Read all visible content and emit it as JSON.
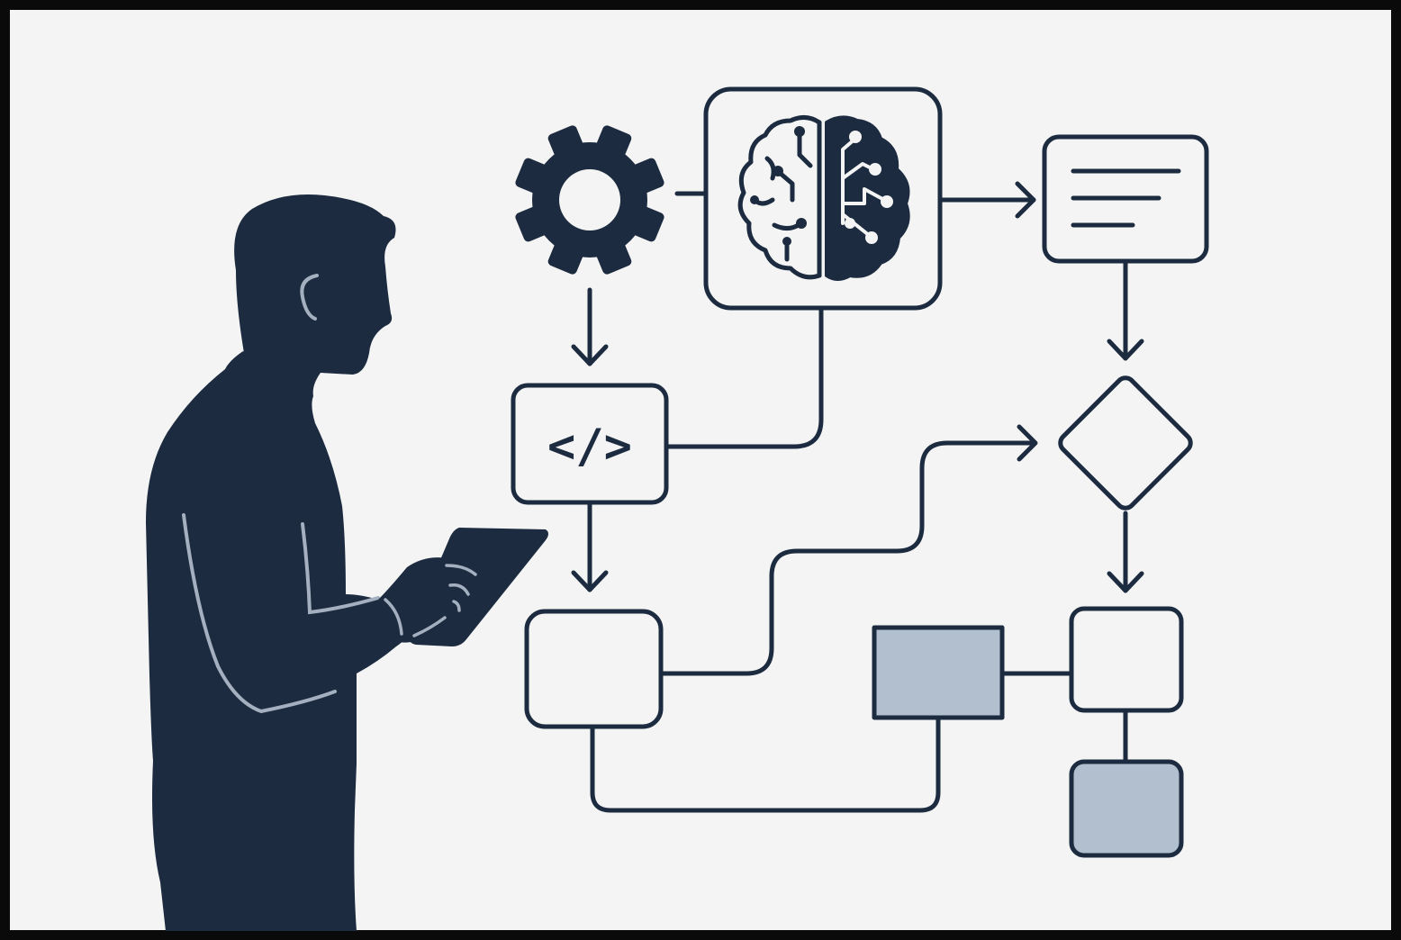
{
  "colors": {
    "frame": "#0a0a0a",
    "background": "#f4f4f4",
    "ink": "#1c2b3f",
    "fill_light": "#b2bfcf",
    "highlight": "#a4b0c0"
  },
  "figure": {
    "subject": "person-silhouette",
    "holding": "tablet"
  },
  "nodes": [
    {
      "name": "gear-icon",
      "kind": "icon"
    },
    {
      "name": "ai-brain-node",
      "kind": "rounded-box",
      "icon": "brain-circuit-icon"
    },
    {
      "name": "document-node",
      "kind": "rounded-box",
      "icon": "text-lines-icon"
    },
    {
      "name": "code-node",
      "kind": "rounded-box",
      "icon": "code-brackets-icon",
      "label": "</>"
    },
    {
      "name": "decision-node",
      "kind": "diamond"
    },
    {
      "name": "process-node",
      "kind": "rounded-box"
    },
    {
      "name": "data-node",
      "kind": "filled-box"
    },
    {
      "name": "output-node",
      "kind": "rounded-box"
    },
    {
      "name": "result-node",
      "kind": "filled-rounded-box"
    }
  ],
  "edges": [
    {
      "from": "gear-icon",
      "to": "ai-brain-node",
      "arrow": false
    },
    {
      "from": "gear-icon",
      "to": "code-node",
      "arrow": true
    },
    {
      "from": "ai-brain-node",
      "to": "document-node",
      "arrow": true
    },
    {
      "from": "ai-brain-node",
      "to": "code-node",
      "arrow": false
    },
    {
      "from": "document-node",
      "to": "decision-node",
      "arrow": true
    },
    {
      "from": "code-node",
      "to": "process-node",
      "arrow": true
    },
    {
      "from": "process-node",
      "to": "decision-node",
      "arrow": true
    },
    {
      "from": "decision-node",
      "to": "output-node",
      "arrow": true
    },
    {
      "from": "data-node",
      "to": "output-node",
      "arrow": false
    },
    {
      "from": "process-node",
      "to": "data-node",
      "arrow": false
    },
    {
      "from": "output-node",
      "to": "result-node",
      "arrow": false
    }
  ]
}
